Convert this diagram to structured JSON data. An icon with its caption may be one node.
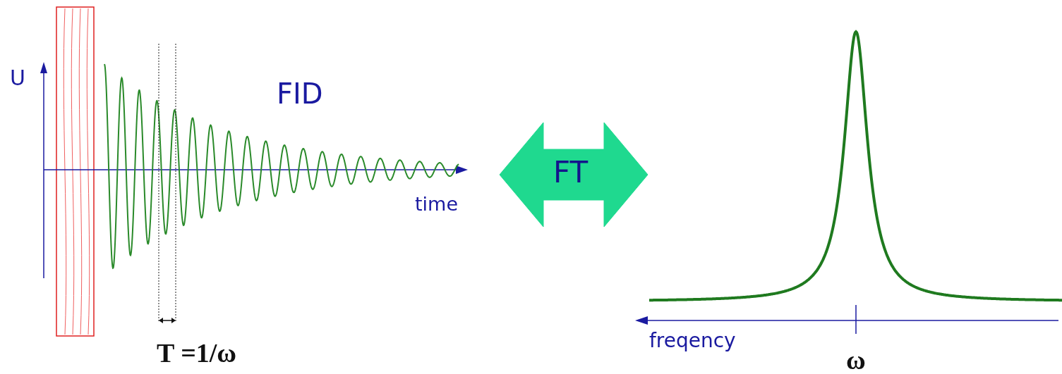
{
  "diagram": {
    "nodes": [
      {
        "text": [],
        "shape": "picture"
      },
      {
        "text": [],
        "shape": "picture"
      }
    ],
    "edges": [
      {
        "from": 0,
        "to": 1,
        "arrow": "both",
        "label": "FT",
        "style": "thick",
        "color": "#1fd98f"
      }
    ],
    "labels": [
      "U",
      "FID",
      "time",
      "T =1/ω",
      "freqency",
      "ω"
    ]
  }
}
